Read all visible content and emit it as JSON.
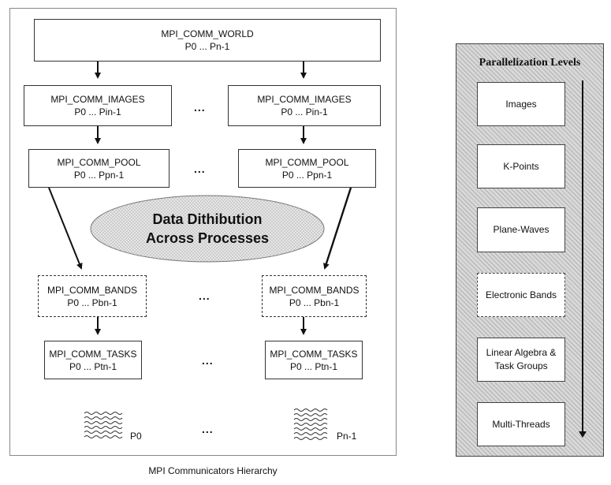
{
  "hierarchy": {
    "world": {
      "name": "MPI_COMM_WORLD",
      "range": "P0 ... Pn-1"
    },
    "images": [
      {
        "name": "MPI_COMM_IMAGES",
        "range": "P0 ... Pin-1"
      },
      {
        "name": "MPI_COMM_IMAGES",
        "range": "P0 ... Pin-1"
      }
    ],
    "pool": [
      {
        "name": "MPI_COMM_POOL",
        "range": "P0 ... Ppn-1"
      },
      {
        "name": "MPI_COMM_POOL",
        "range": "P0 ... Ppn-1"
      }
    ],
    "bands": [
      {
        "name": "MPI_COMM_BANDS",
        "range": "P0 ... Pbn-1"
      },
      {
        "name": "MPI_COMM_BANDS",
        "range": "P0 ... Pbn-1"
      }
    ],
    "tasks": [
      {
        "name": "MPI_COMM_TASKS",
        "range": "P0 ... Ptn-1"
      },
      {
        "name": "MPI_COMM_TASKS",
        "range": "P0 ... Ptn-1"
      }
    ],
    "ellipsis": "...",
    "distribution": {
      "line1": "Data Dithibution",
      "line2": "Across Processes"
    },
    "process_labels": [
      "P0",
      "Pn-1"
    ],
    "caption": "MPI Communicators Hierarchy"
  },
  "levels": {
    "title": "Parallelization Levels",
    "items": [
      {
        "line1": "Images",
        "line2": ""
      },
      {
        "line1": "K-Points",
        "line2": ""
      },
      {
        "line1": "Plane-Waves",
        "line2": ""
      },
      {
        "line1": "Electronic Bands",
        "line2": ""
      },
      {
        "line1": "Linear Algebra &",
        "line2": "Task Groups"
      },
      {
        "line1": "Multi-Threads",
        "line2": ""
      }
    ]
  }
}
